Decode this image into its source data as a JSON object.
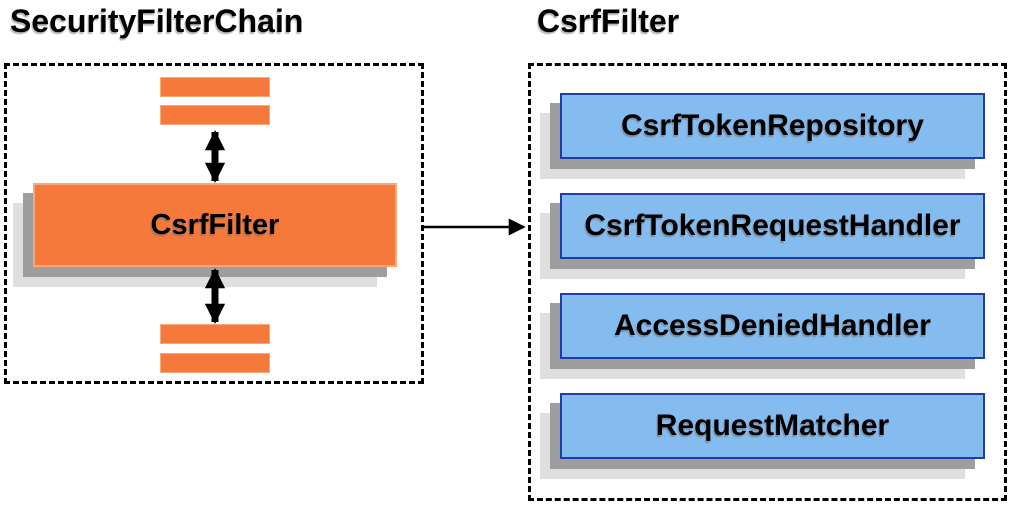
{
  "diagram": {
    "left_panel": {
      "title": "SecurityFilterChain",
      "filter_box": "CsrfFilter"
    },
    "right_panel": {
      "title": "CsrfFilter",
      "components": [
        "CsrfTokenRepository",
        "CsrfTokenRequestHandler",
        "AccessDeniedHandler",
        "RequestMatcher"
      ]
    }
  },
  "colors": {
    "orange_fill": "#F4793A",
    "orange_edge": "#F9A87C",
    "blue_fill": "#85BCF0",
    "blue_edge": "#1F3CA8",
    "shadow_dark": "#9E9E9E",
    "shadow_light": "#DFDFDF",
    "border_black": "#000000",
    "arrow_black": "#000000"
  }
}
